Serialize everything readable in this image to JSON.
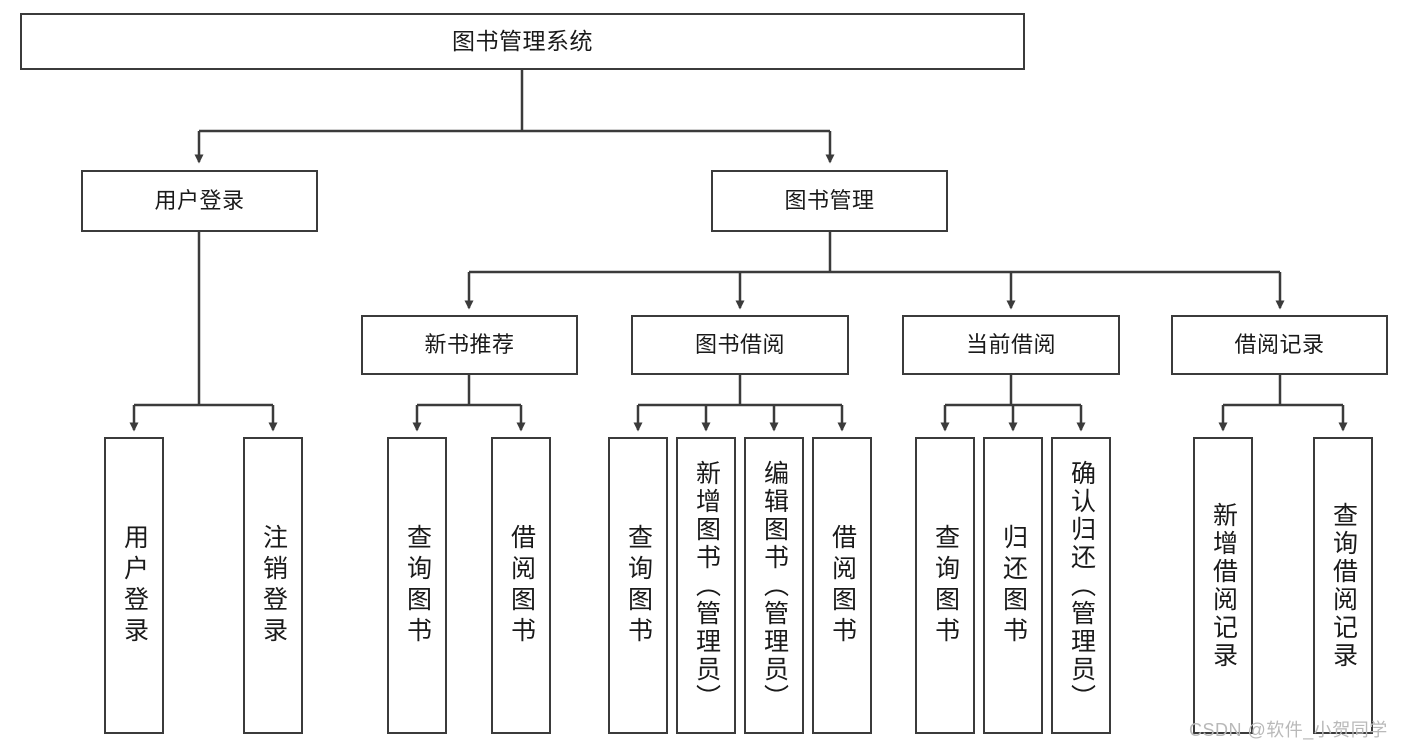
{
  "diagram": {
    "type": "hierarchy-tree",
    "title": "图书管理系统",
    "colors": {
      "stroke": "#3b3b3b",
      "fill": "#ffffff",
      "text": "#1a1a1a",
      "watermark": "#b9b9b9"
    },
    "root": {
      "label": "图书管理系统"
    },
    "level2": [
      {
        "label": "用户登录"
      },
      {
        "label": "图书管理"
      }
    ],
    "level3": [
      {
        "label": "新书推荐"
      },
      {
        "label": "图书借阅"
      },
      {
        "label": "当前借阅"
      },
      {
        "label": "借阅记录"
      }
    ],
    "leaves": {
      "user_login": [
        {
          "label": "用户登录"
        },
        {
          "label": "注销登录"
        }
      ],
      "new_book": [
        {
          "label": "查询图书"
        },
        {
          "label": "借阅图书"
        }
      ],
      "borrow_book": [
        {
          "label": "查询图书"
        },
        {
          "label": "新增图书（管理员）"
        },
        {
          "label": "编辑图书（管理员）"
        },
        {
          "label": "借阅图书"
        }
      ],
      "current_borrow": [
        {
          "label": "查询图书"
        },
        {
          "label": "归还图书"
        },
        {
          "label": "确认归还（管理员）"
        }
      ],
      "borrow_record": [
        {
          "label": "新增借阅记录"
        },
        {
          "label": "查询借阅记录"
        }
      ]
    }
  },
  "watermark": {
    "text": "CSDN @软件_小贺同学"
  }
}
